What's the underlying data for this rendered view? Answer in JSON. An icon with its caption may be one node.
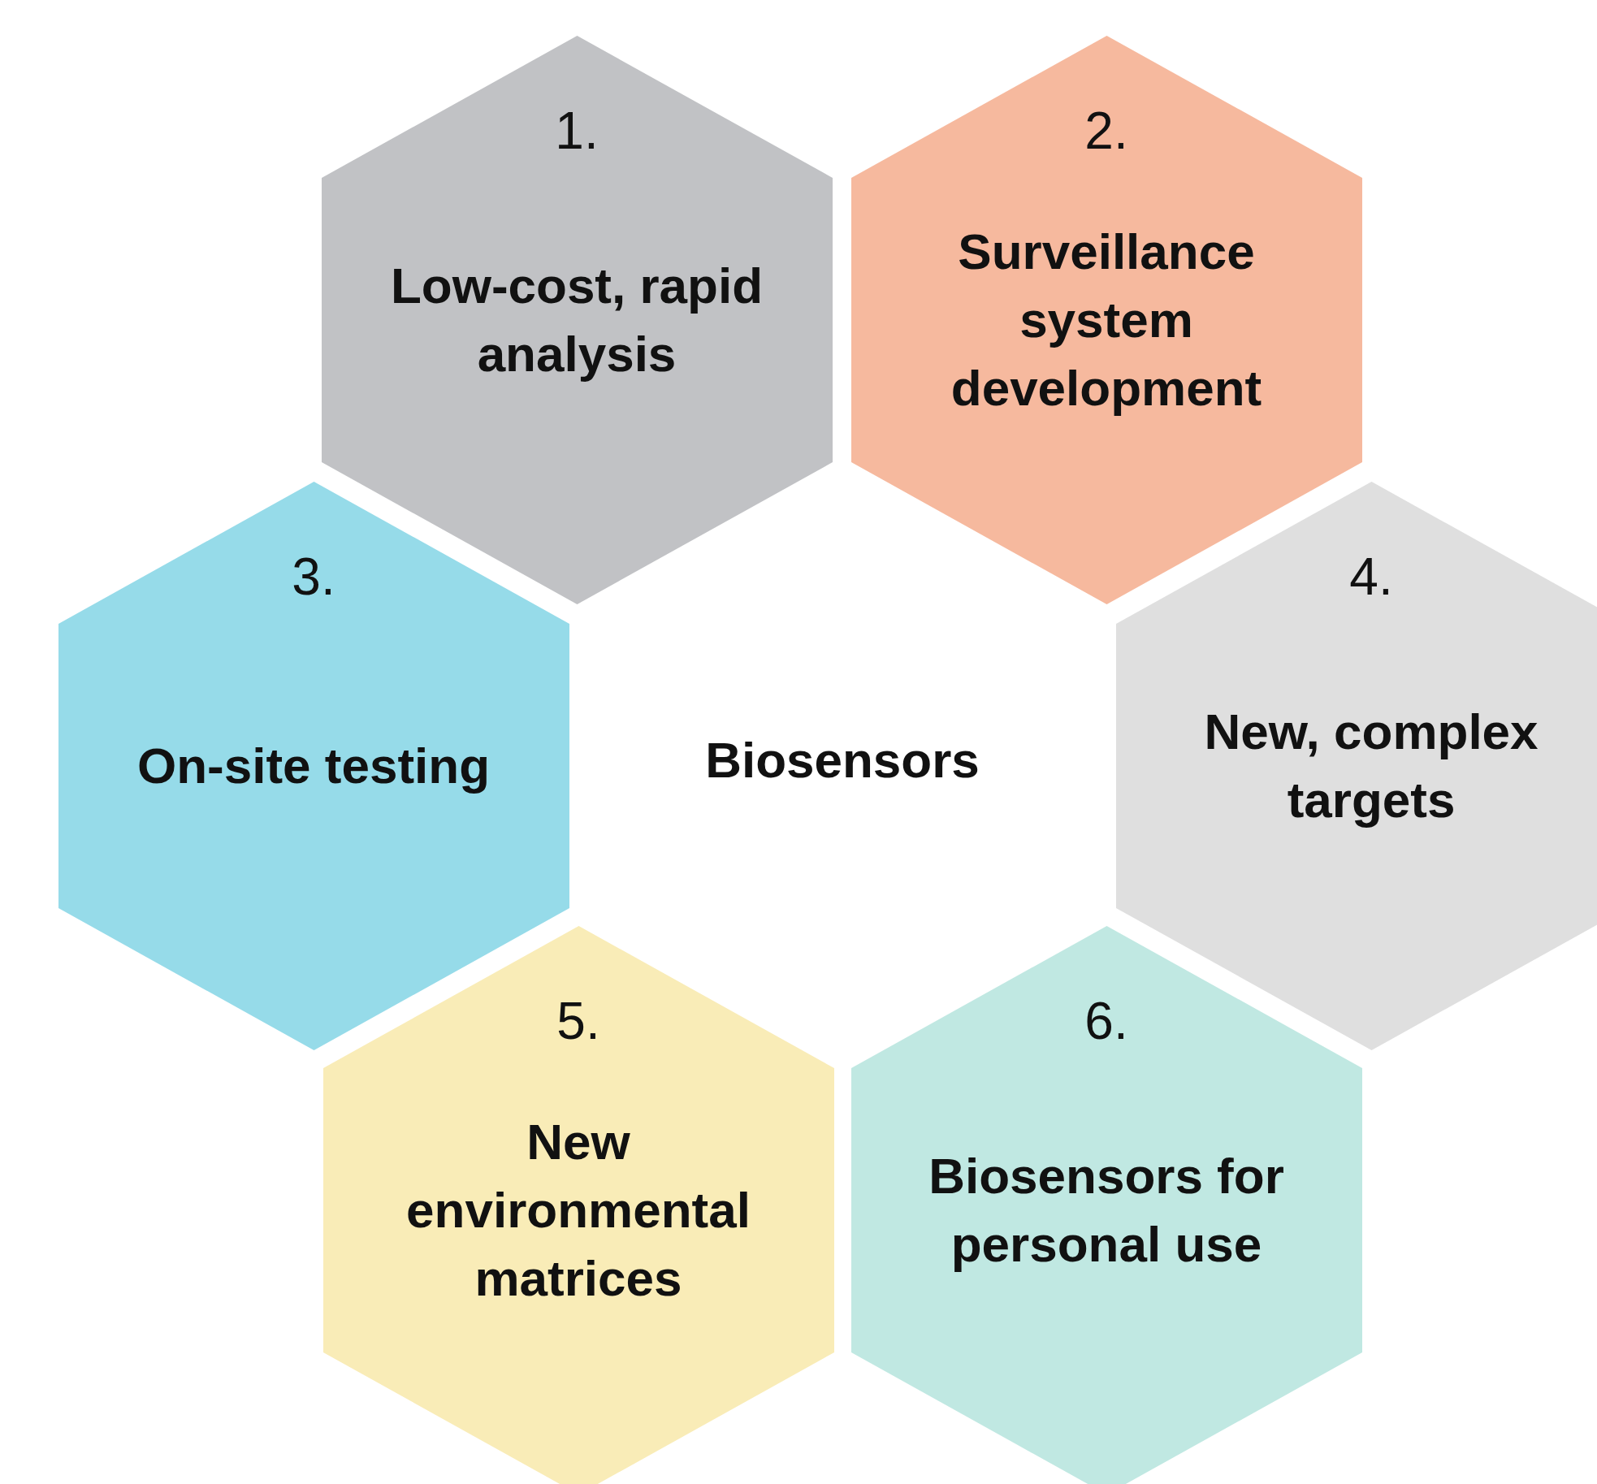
{
  "diagram": {
    "nodes": [
      {
        "text": [
          "1.",
          "Low-cost, rapid analysis"
        ]
      },
      {
        "text": [
          "2.",
          "Surveillance system development"
        ]
      },
      {
        "text": [
          "3.",
          "On-site testing"
        ]
      },
      {
        "text": [
          "4.",
          "New, complex targets"
        ]
      },
      {
        "text": [
          "5.",
          "New environmental matrices"
        ]
      },
      {
        "text": [
          "6.",
          "Biosensors for personal use"
        ]
      }
    ],
    "labels": [
      "Biosensors"
    ]
  }
}
